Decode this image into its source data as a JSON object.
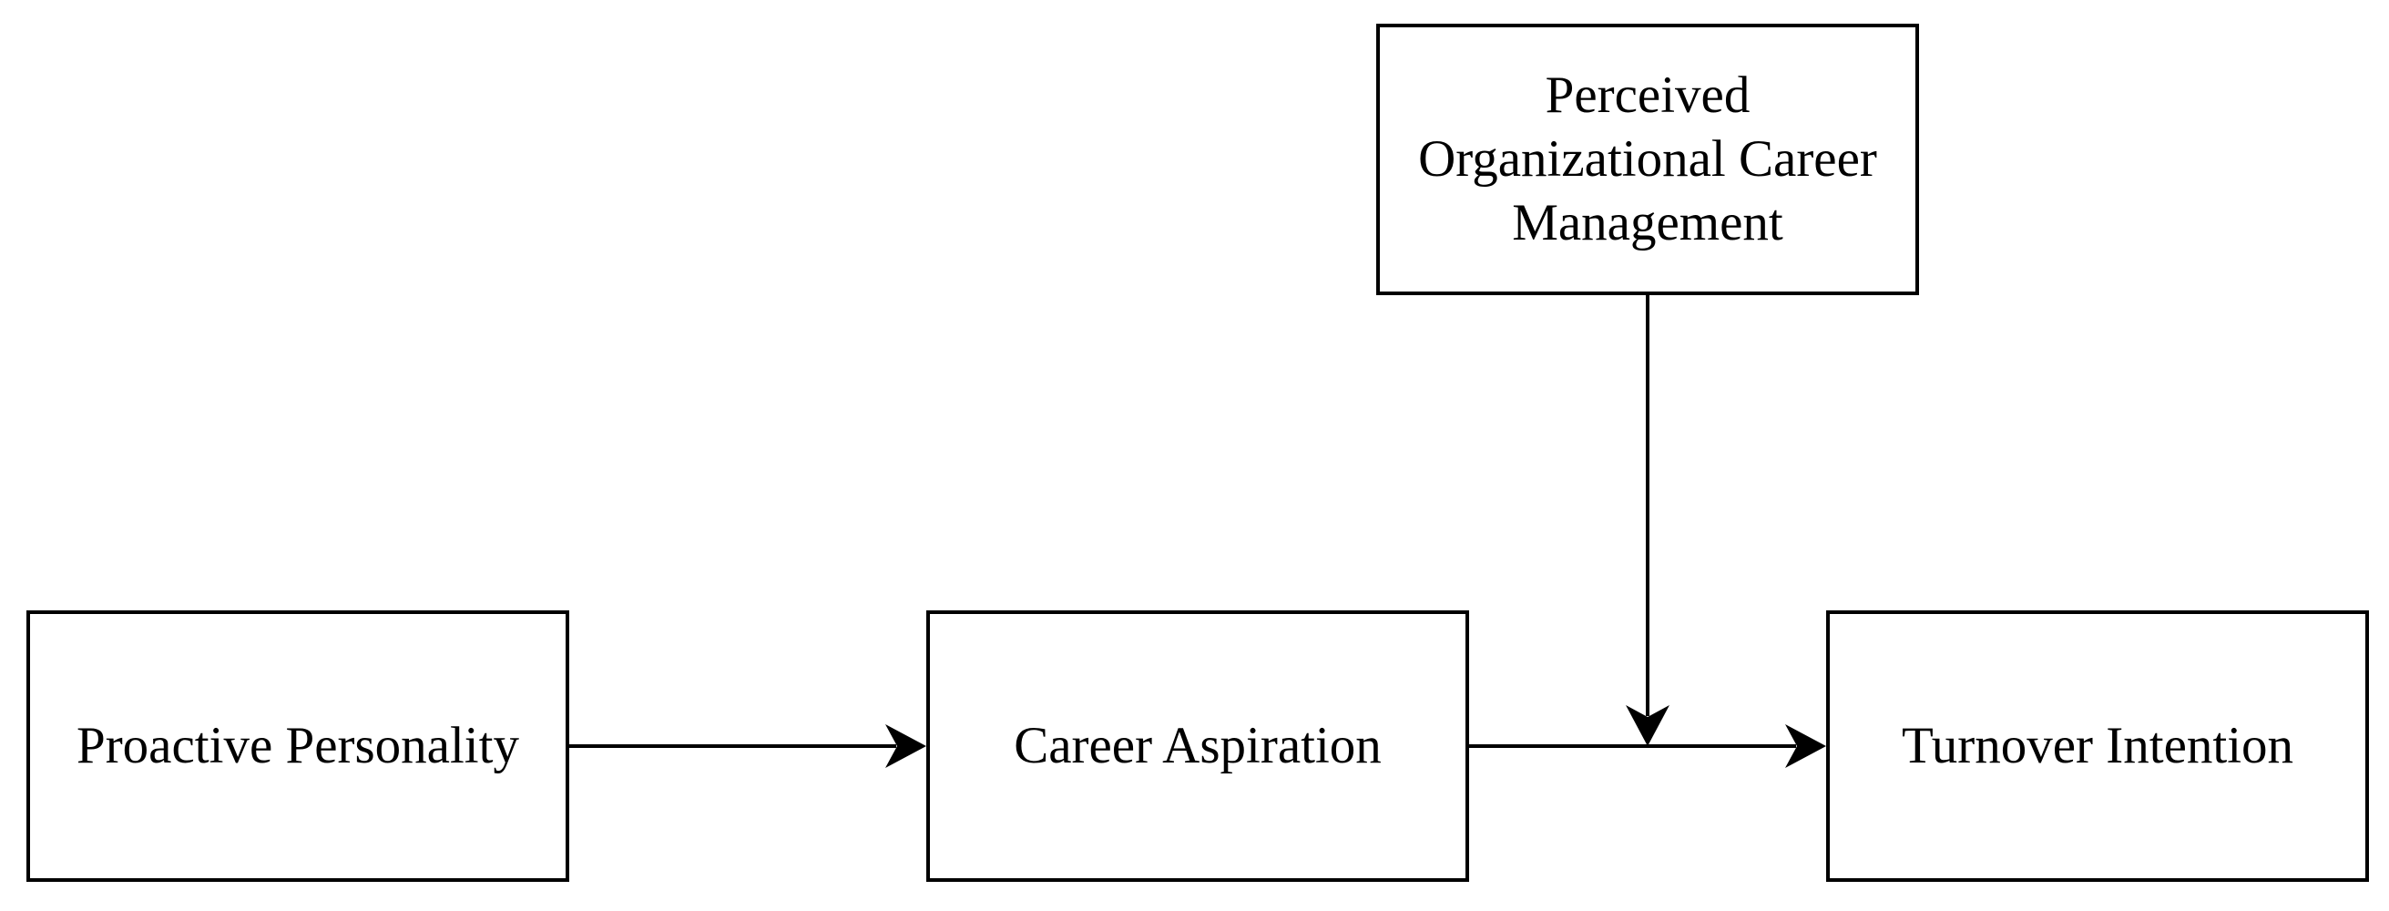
{
  "nodes": {
    "proactive_personality": "Proactive Personality",
    "career_aspiration": "Career Aspiration",
    "turnover_intention": "Turnover Intention",
    "perceived_ocm": "Perceived\nOrganizational Career\nManagement"
  },
  "colors": {
    "stroke": "#000000",
    "background": "#ffffff"
  }
}
